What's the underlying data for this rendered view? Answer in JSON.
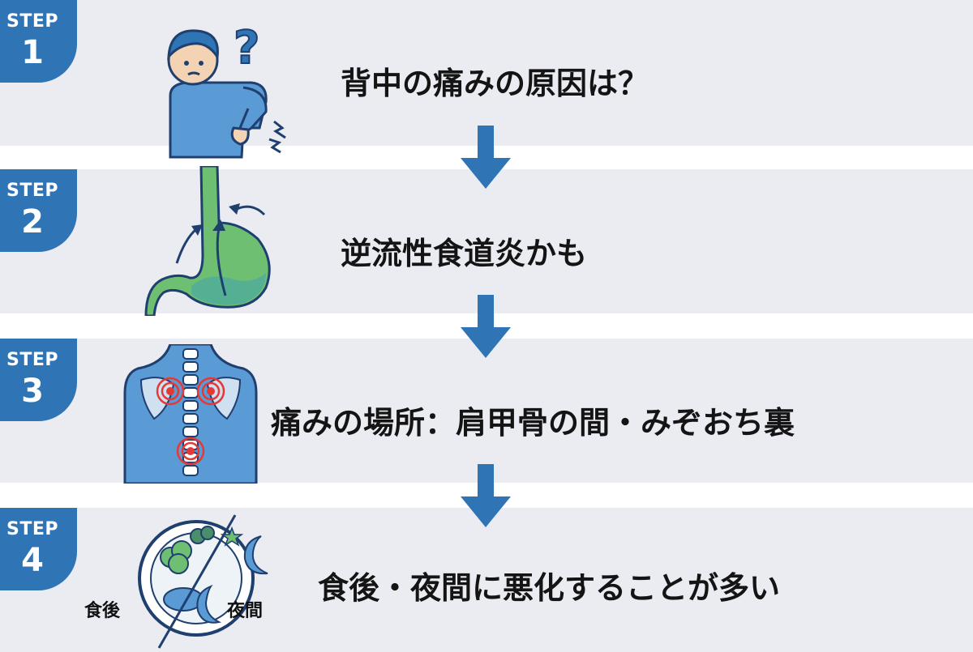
{
  "colors": {
    "band": "#eaecf2",
    "badge": "#2f74b5",
    "arrow": "#2f74b5",
    "text": "#141414",
    "figure_blue": "#5b9bd5",
    "figure_outline": "#1f3f6e",
    "stomach_green": "#6fbf73",
    "pain_red": "#e53935"
  },
  "steps": [
    {
      "label": "STEP",
      "number": "1",
      "text": "背中の痛みの原因は？",
      "icon": "person-back-pain-icon"
    },
    {
      "label": "STEP",
      "number": "2",
      "text": "逆流性食道炎かも",
      "icon": "stomach-reflux-icon"
    },
    {
      "label": "STEP",
      "number": "3",
      "text": "痛みの場所：肩甲骨の間・みぞおち裏",
      "icon": "spine-pain-points-icon"
    },
    {
      "label": "STEP",
      "number": "4",
      "text": "食後・夜間に悪化することが多い",
      "icon": "meal-night-icon"
    }
  ],
  "step4_labels": {
    "after_meal": "食後",
    "night": "夜間"
  }
}
